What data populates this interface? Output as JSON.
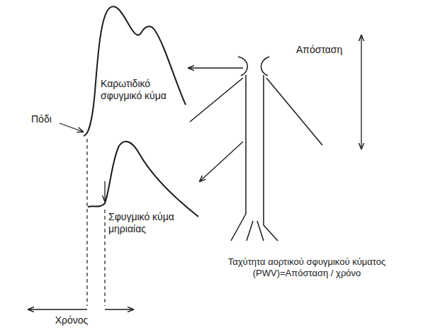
{
  "diagram": {
    "labels": [
      "Πόδι",
      "Καρωτιδικό σφυγμικό κύμα",
      "Απόσταση",
      "Σφυγμικό κύμα μηριαίας",
      "Ταχύτητα αορτικού σφυγμικού κύματος (PWV)=Απόσταση / χρόνο",
      "Χρόνος"
    ]
  }
}
